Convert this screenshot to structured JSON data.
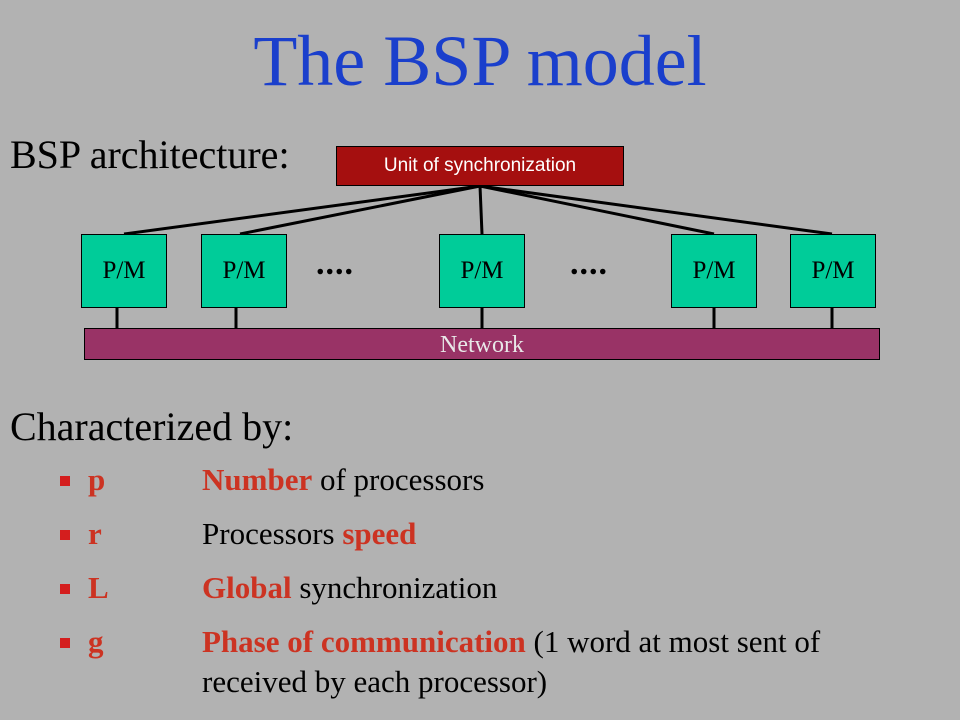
{
  "title": "The BSP model",
  "architecture_heading": "BSP architecture:",
  "sync_unit_label": "Unit of synchronization",
  "processors": [
    "P/M",
    "P/M",
    "P/M",
    "P/M",
    "P/M"
  ],
  "ellipsis": [
    "....",
    "...."
  ],
  "network_label": "Network",
  "characterized_heading": "Characterized by:",
  "parameters": [
    {
      "symbol": "p",
      "highlight": "Number",
      "rest": " of processors",
      "order": "hl-first"
    },
    {
      "symbol": "r",
      "plain": "Processors ",
      "highlight": "speed",
      "order": "plain-first"
    },
    {
      "symbol": "L",
      "highlight": "Global",
      "rest": " synchronization",
      "order": "hl-first"
    },
    {
      "symbol": "g",
      "highlight": "Phase of communication",
      "rest": " (1 word at most sent of received by each processor)",
      "order": "hl-first"
    }
  ],
  "colors": {
    "title": "#1a3fcc",
    "sync_box": "#a50f0f",
    "processor_box": "#00cc99",
    "network_bar": "#993366",
    "highlight": "#cc3322",
    "background": "#b2b2b2"
  }
}
